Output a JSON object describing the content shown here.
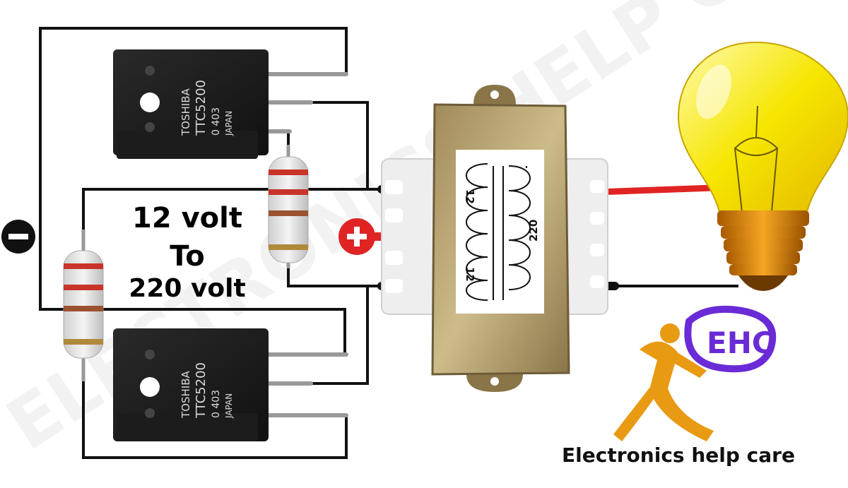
{
  "diagram": {
    "title_line1": "12 volt",
    "title_line2": "To",
    "title_line3": "220 volt",
    "negative_symbol": "−",
    "positive_symbol": "+",
    "transistor": {
      "brand": "TOSHIBA",
      "model": "TTC5200",
      "code": "0   403",
      "origin": "JAPAN"
    },
    "transformer": {
      "primary_label_top": "12",
      "primary_label_bottom": "12",
      "secondary_label": "220"
    },
    "watermark": "ELECTRONICS HELP CARE",
    "logo_letters": "EHC",
    "brand_name": "Electronics help care",
    "colors": {
      "wire": "#111111",
      "hot_wire": "#e02424",
      "bulb": "#f6e600",
      "bulb_base": "#e08a10",
      "logo_purple": "#6a2bd6",
      "logo_orange": "#e89a12",
      "plus_circle": "#e02424"
    }
  }
}
